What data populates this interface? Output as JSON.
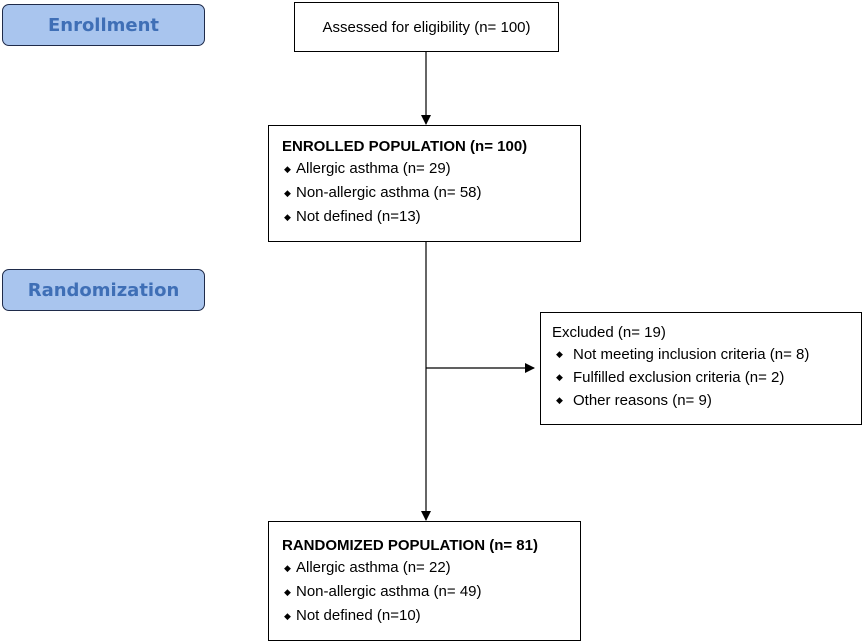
{
  "stages": {
    "enrollment": "Enrollment",
    "randomization": "Randomization"
  },
  "assessed": {
    "text": "Assessed for eligibility (n= 100)"
  },
  "enrolled": {
    "title": "ENROLLED POPULATION (n= 100)",
    "items": [
      "Allergic asthma (n= 29)",
      "Non-allergic asthma (n= 58)",
      "Not defined (n=13)"
    ]
  },
  "excluded": {
    "title": "Excluded (n= 19)",
    "items": [
      "Not meeting inclusion criteria (n= 8)",
      "Fulfilled exclusion criteria (n= 2)",
      "Other reasons (n= 9)"
    ]
  },
  "randomized": {
    "title": "RANDOMIZED POPULATION (n= 81)",
    "items": [
      "Allergic asthma (n= 22)",
      "Non-allergic asthma (n= 49)",
      "Not defined (n=10)"
    ]
  },
  "colors": {
    "stage_fill": "#a9c5ee",
    "stage_text": "#3f6fb6",
    "stage_border": "#1f2b4a",
    "line": "#000000"
  }
}
